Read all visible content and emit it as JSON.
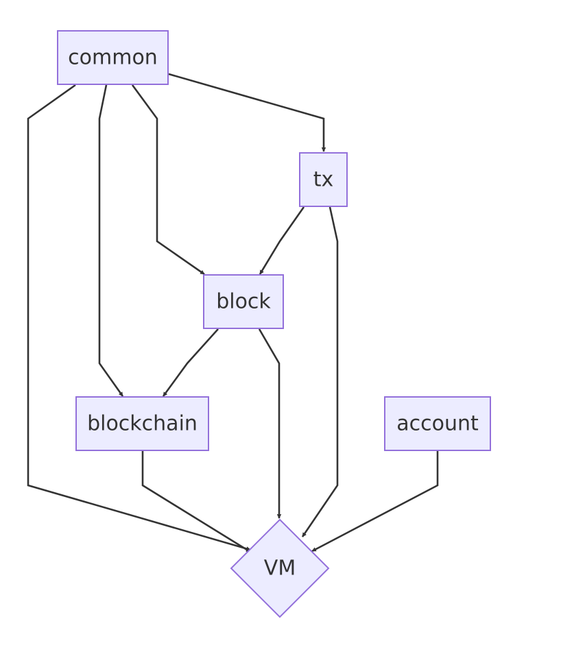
{
  "diagram": {
    "type": "flowchart",
    "colors": {
      "node_fill": "#ececff",
      "node_stroke": "#9370db",
      "edge": "#333333",
      "text": "#333333"
    },
    "nodes": {
      "common": {
        "label": "common",
        "shape": "rectangle"
      },
      "tx": {
        "label": "tx",
        "shape": "rectangle"
      },
      "block": {
        "label": "block",
        "shape": "rectangle"
      },
      "blockchain": {
        "label": "blockchain",
        "shape": "rectangle"
      },
      "account": {
        "label": "account",
        "shape": "rectangle"
      },
      "vm": {
        "label": "VM",
        "shape": "diamond"
      }
    },
    "edges": [
      {
        "from": "common",
        "to": "tx"
      },
      {
        "from": "common",
        "to": "block"
      },
      {
        "from": "common",
        "to": "blockchain"
      },
      {
        "from": "common",
        "to": "VM"
      },
      {
        "from": "tx",
        "to": "block"
      },
      {
        "from": "tx",
        "to": "VM"
      },
      {
        "from": "block",
        "to": "blockchain"
      },
      {
        "from": "block",
        "to": "VM"
      },
      {
        "from": "blockchain",
        "to": "VM"
      },
      {
        "from": "account",
        "to": "VM"
      }
    ]
  }
}
